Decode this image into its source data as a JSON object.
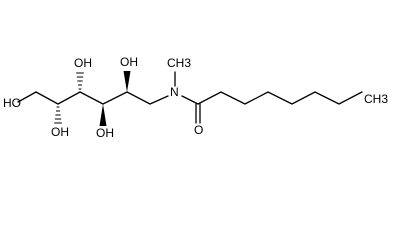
{
  "molecule": {
    "labels": {
      "ho_terminal": "HO",
      "oh_c2": "OH",
      "oh_c3": "OH",
      "oh_c4": "OH",
      "oh_c5": "OH",
      "n": "N",
      "methyl": "CH3",
      "carbonyl_o": "O",
      "chain_end": "CH3"
    }
  }
}
